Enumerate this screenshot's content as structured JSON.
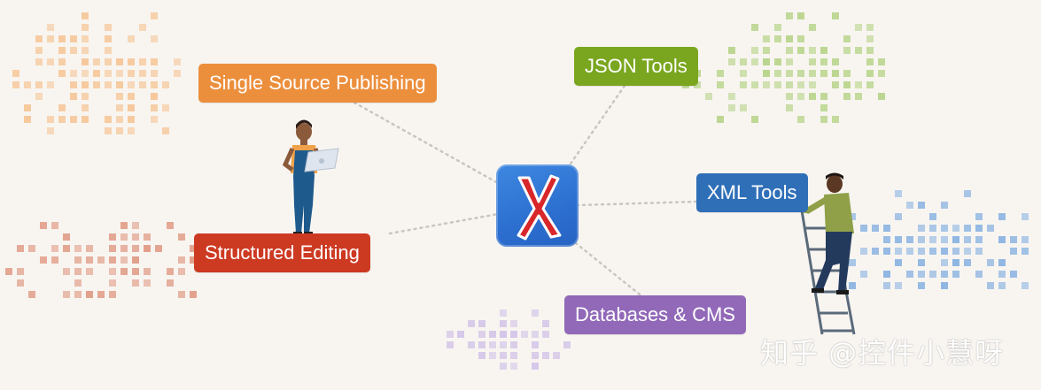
{
  "topics": [
    {
      "key": "single_source",
      "label": "Single Source Publishing",
      "color": "#ec8f3d"
    },
    {
      "key": "structured",
      "label": "Structured Editing",
      "color": "#cd3a22"
    },
    {
      "key": "json",
      "label": "JSON Tools",
      "color": "#7aa61f"
    },
    {
      "key": "xml",
      "label": "XML Tools",
      "color": "#2f6fb8"
    },
    {
      "key": "databases",
      "label": "Databases & CMS",
      "color": "#9169b8"
    }
  ],
  "colors": {
    "background": "#f8f5f1",
    "connector": "#c9c6c2",
    "logo_blue": "#2f74d4",
    "logo_x_red": "#d8272a",
    "dots_orange": "#f6c89b",
    "dots_red": "#e2a08b",
    "dots_green": "#b9d58c",
    "dots_blue": "#8fb6e2",
    "dots_purple": "#d4c6e8"
  },
  "icons": [
    "oxygen-x-logo-icon",
    "woman-with-laptop-figure",
    "man-on-ladder-figure"
  ],
  "watermark": "知乎 @控件小慧呀"
}
